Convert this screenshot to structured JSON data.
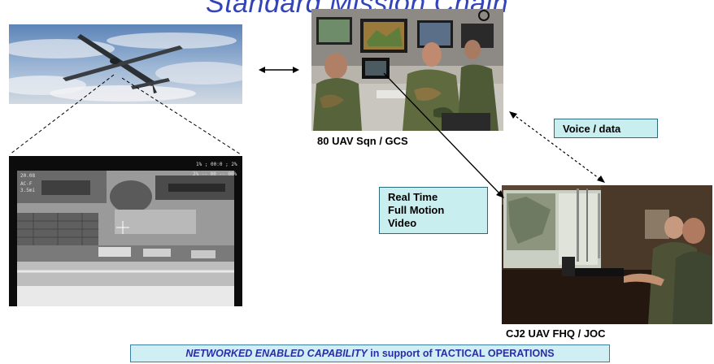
{
  "title": "Standard Mission Chain",
  "captions": {
    "gcs": "80 UAV Sqn / GCS",
    "fhq": "CJ2 UAV FHQ / JOC"
  },
  "callouts": {
    "voice_data": "Voice / data",
    "video_line1": "Real Time",
    "video_line2": "Full Motion",
    "video_line3": "Video"
  },
  "footer": {
    "emphasis": "NETWORKED ENABLED CAPABILITY",
    "rest": " in support of TACTICAL OPERATIONS"
  },
  "thermal_overlay": {
    "top_right_1": "1% ; 00:0 ; 2%",
    "top_right_2": "2% -- 00 -- 00%",
    "top_left": "20.08",
    "left_1": "AC-F",
    "left_2": "3.5mi"
  },
  "colors": {
    "title": "#3344b8",
    "callout_bg": "#c9eef0",
    "footer_bg": "#cfeff4",
    "footer_text": "#2c2ca8"
  }
}
